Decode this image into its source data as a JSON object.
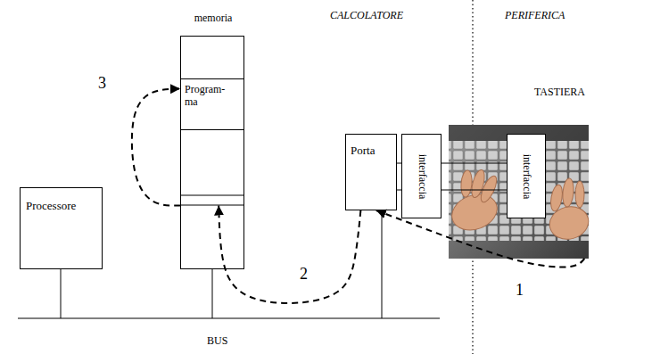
{
  "diagram": {
    "nodes": [
      {
        "text": [
          "memoria"
        ]
      },
      {
        "text": [
          "Program- ma"
        ],
        "in": 0
      },
      {
        "text": [
          "Processore"
        ]
      },
      {
        "text": [
          "Porta"
        ]
      },
      {
        "text": [
          "interfaccia"
        ]
      },
      {
        "text": [
          "TASTIERA"
        ]
      },
      {
        "text": [
          "interfaccia"
        ],
        "in": 5
      }
    ],
    "edges": [
      {
        "from": 5,
        "to": 3,
        "arrow": "to",
        "label": "1"
      },
      {
        "from": 3,
        "to": 0,
        "arrow": "to",
        "label": "2"
      },
      {
        "from": 0,
        "to": 1,
        "arrow": "to",
        "label": "3"
      }
    ],
    "labels": [
      "CALCOLATORE",
      "PERIFERICA",
      "BUS"
    ]
  }
}
